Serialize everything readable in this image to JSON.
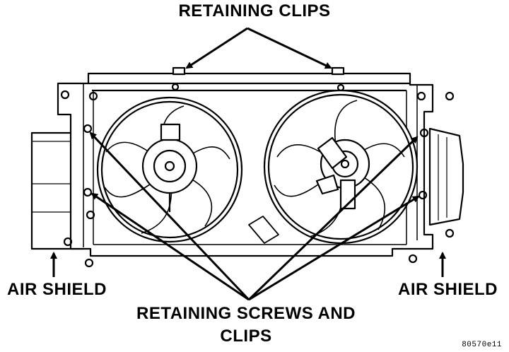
{
  "labels": {
    "retaining_clips": "RETAINING CLIPS",
    "air_shield_left": "AIR SHIELD",
    "air_shield_right": "AIR SHIELD",
    "retaining_screws_line1": "RETAINING SCREWS AND",
    "retaining_screws_line2": "CLIPS",
    "figure_code": "80570e11"
  },
  "colors": {
    "ink": "#000000",
    "paper": "#ffffff"
  }
}
